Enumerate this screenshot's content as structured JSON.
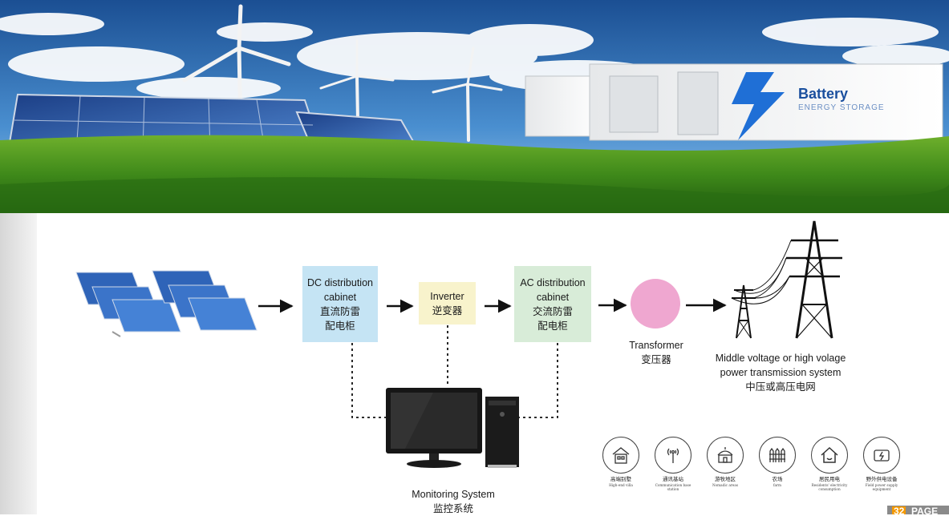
{
  "hero": {
    "battery_title": "Battery",
    "battery_subtitle": "ENERGY STORAGE"
  },
  "flow": {
    "dc_cabinet": {
      "en_line1": "DC distribution",
      "en_line2": "cabinet",
      "cn_line1": "直流防雷",
      "cn_line2": "配电柜"
    },
    "inverter": {
      "en": "Inverter",
      "cn": "逆变器"
    },
    "ac_cabinet": {
      "en_line1": "AC distribution",
      "en_line2": "cabinet",
      "cn_line1": "交流防雷",
      "cn_line2": "配电柜"
    },
    "transformer": {
      "en": "Transformer",
      "cn": "变压器"
    },
    "grid": {
      "en_line1": "Middle voltage or high volage",
      "en_line2": "power transmission system",
      "cn": "中压或高压电网"
    },
    "monitoring": {
      "en": "Monitoring System",
      "cn": "监控系统"
    }
  },
  "applications": [
    {
      "cn": "高端别墅",
      "en": "High-end villa",
      "icon": "villa-icon"
    },
    {
      "cn": "通讯基站",
      "en": "Communication base station",
      "icon": "antenna-icon"
    },
    {
      "cn": "游牧地区",
      "en": "Nomadic areas",
      "icon": "yurt-icon"
    },
    {
      "cn": "农场",
      "en": "farm",
      "icon": "fence-icon"
    },
    {
      "cn": "居民用电",
      "en": "Residents' electricity consumption",
      "icon": "house-icon"
    },
    {
      "cn": "野外供电设备",
      "en": "Field power supply equipment",
      "icon": "power-supply-icon"
    }
  ],
  "page": {
    "number": "32",
    "word": "PAGE"
  },
  "colors": {
    "dc_box": "#c5e4f4",
    "inverter_box": "#f8f3cc",
    "ac_box": "#d8ecd8",
    "transformer": "#efa7d0",
    "page_accent": "#f39800"
  }
}
